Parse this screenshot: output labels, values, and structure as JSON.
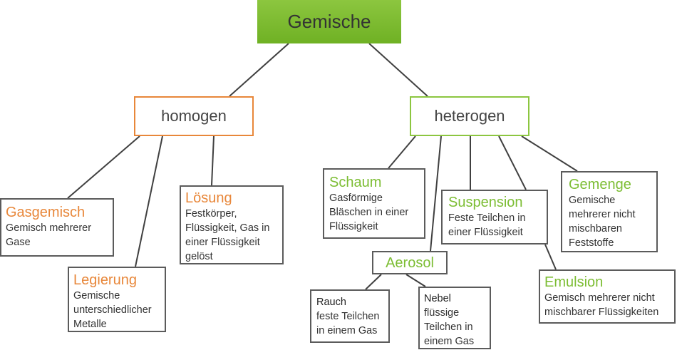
{
  "root": {
    "label": "Gemische"
  },
  "homogen": {
    "label": "homogen",
    "children": {
      "gasgemisch": {
        "title": "Gasgemisch",
        "desc": "Gemisch mehrerer Gase"
      },
      "legierung": {
        "title": "Legierung",
        "desc": "Gemische unterschiedlicher Metalle"
      },
      "loesung": {
        "title": "Lösung",
        "desc": "Festkörper, Flüssigkeit, Gas in einer Flüssigkeit gelöst"
      }
    }
  },
  "heterogen": {
    "label": "heterogen",
    "children": {
      "schaum": {
        "title": "Schaum",
        "desc": "Gasförmige Bläschen in einer Flüssigkeit"
      },
      "aerosol": {
        "title": "Aerosol",
        "children": {
          "rauch": {
            "title": "Rauch",
            "desc": "feste Teilchen in einem Gas"
          },
          "nebel": {
            "title": "Nebel",
            "desc": "flüssige Teilchen in einem Gas"
          }
        }
      },
      "suspension": {
        "title": "Suspension",
        "desc": "Feste Teilchen in einer Flüssigkeit"
      },
      "gemenge": {
        "title": "Gemenge",
        "desc": "Gemische mehrerer nicht mischbaren Feststoffe"
      },
      "emulsion": {
        "title": "Emulsion",
        "desc": "Gemisch mehrerer nicht mischbarer Flüssigkeiten"
      }
    }
  },
  "colors": {
    "homogen": "#e8873a",
    "heterogen": "#8cc640",
    "root": "#7cbd33",
    "line": "#404040"
  }
}
